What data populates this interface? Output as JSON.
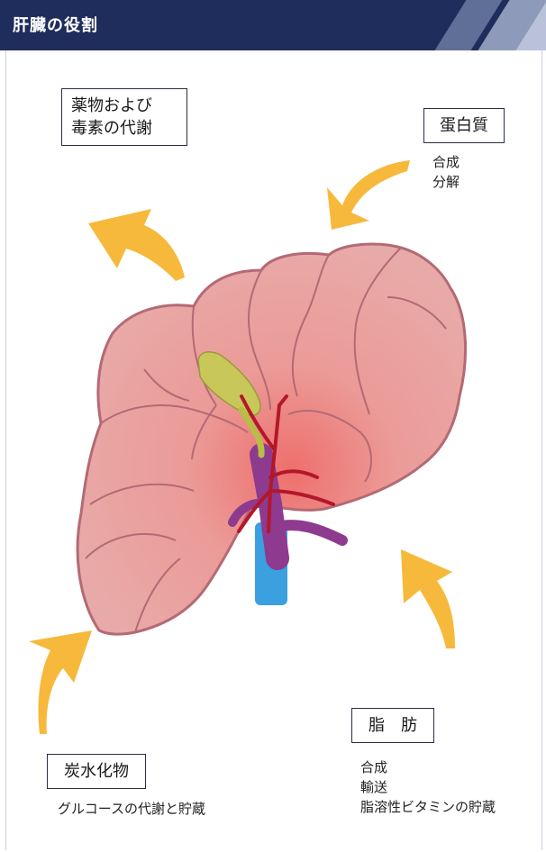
{
  "header": {
    "title": "肝臓の役割"
  },
  "labels": {
    "drugs": {
      "line1": "薬物および",
      "line2": "毒素の代謝"
    },
    "protein": {
      "title": "蛋白質",
      "items": [
        "合成",
        "分解"
      ]
    },
    "carbs": {
      "title": "炭水化物",
      "desc": "グルコースの代謝と貯蔵"
    },
    "fat": {
      "title": "脂　肪",
      "items": [
        "合成",
        "輸送",
        "脂溶性ビタミンの貯蔵"
      ]
    }
  },
  "colors": {
    "header_bg": "#1f2d5c",
    "arrow": "#f6b93b",
    "liver": "#e9a8a6",
    "liver_outline": "#b46a74",
    "gallbladder": "#c7c75a",
    "artery": "#b3172a",
    "portal_vein": "#8e3a8e",
    "vena_cava": "#3aa0e0"
  },
  "icons": [
    "arrow-in-protein",
    "arrow-out-drugs",
    "arrow-in-carbs",
    "arrow-in-fat"
  ]
}
